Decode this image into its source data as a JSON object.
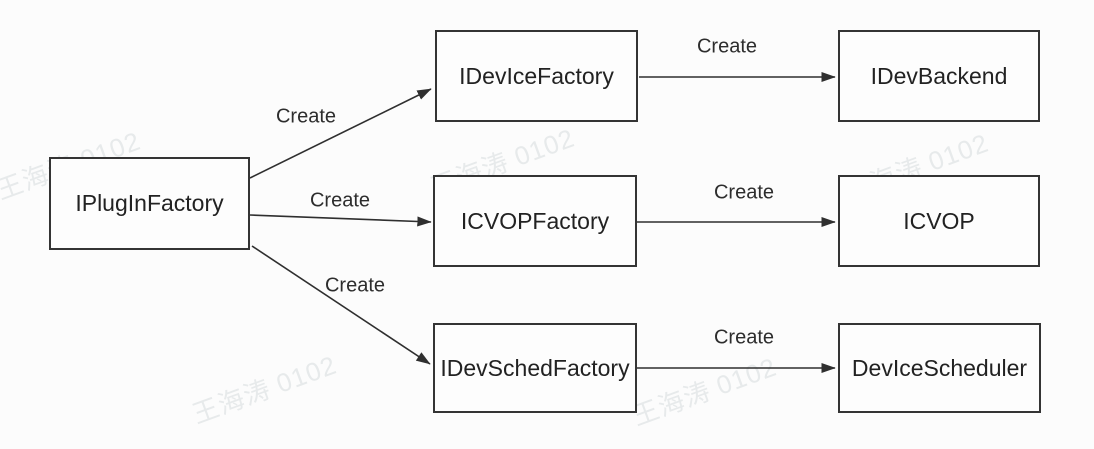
{
  "diagram": {
    "nodes": [
      {
        "id": "iplugin-factory",
        "label": "IPlugInFactory"
      },
      {
        "id": "idevice-factory",
        "label": "IDevIceFactory"
      },
      {
        "id": "idev-backend",
        "label": "IDevBackend"
      },
      {
        "id": "icvop-factory",
        "label": "ICVOPFactory"
      },
      {
        "id": "icvop",
        "label": "ICVOP"
      },
      {
        "id": "idevsched-factory",
        "label": "IDevSchedFactory"
      },
      {
        "id": "device-scheduler",
        "label": "DevIceScheduler"
      }
    ],
    "edges": [
      {
        "from": "IPlugInFactory",
        "to": "IDevIceFactory",
        "label": "Create"
      },
      {
        "from": "IPlugInFactory",
        "to": "ICVOPFactory",
        "label": "Create"
      },
      {
        "from": "IPlugInFactory",
        "to": "IDevSchedFactory",
        "label": "Create"
      },
      {
        "from": "IDevIceFactory",
        "to": "IDevBackend",
        "label": "Create"
      },
      {
        "from": "ICVOPFactory",
        "to": "ICVOP",
        "label": "Create"
      },
      {
        "from": "IDevSchedFactory",
        "to": "DevIceScheduler",
        "label": "Create"
      }
    ]
  },
  "watermark": {
    "text": "王海涛 0102"
  },
  "colors": {
    "line": "#2f2f2f",
    "box_border": "#343434",
    "text": "#222222",
    "watermark": "#e7eaeb",
    "background": "#fcfcfc"
  }
}
